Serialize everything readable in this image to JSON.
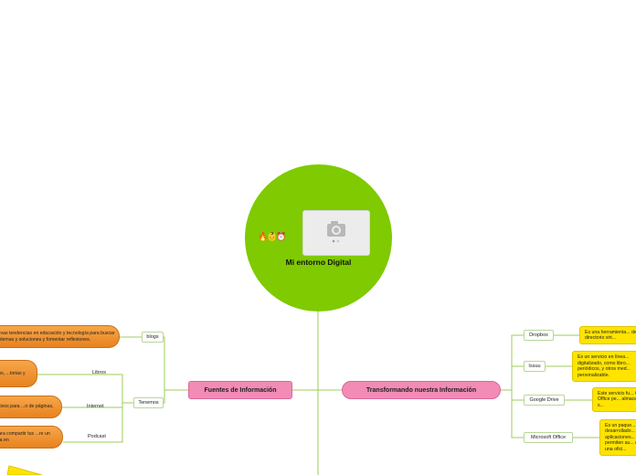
{
  "central": {
    "title": "Mi entorno Digital",
    "emojis": "🔥👶⏰",
    "image_icon": "camera-icon"
  },
  "left_branch": {
    "title": "Fuentes de Información",
    "items": [
      {
        "label": "blogs",
        "description": "Nuevas tendencias en educación y tecnología para buscar problemas y soluciones y fomentar reflexiones."
      },
      {
        "label": "Tenemos"
      },
      {
        "label": "Libros",
        "description": "...nos, ...torias y"
      },
      {
        "label": "Internet",
        "description": "...sitivos para ...n de páginas,"
      },
      {
        "label": "Podcast",
        "description": "...para compartir tus ...re un tema en"
      }
    ]
  },
  "right_branch": {
    "title": "Transformando nuestra Información",
    "items": [
      {
        "label": "Dropbox",
        "description": "Es una herramienta... de un directorio virt..."
      },
      {
        "label": "Issuu",
        "description": "Es un servicio en línea... digitalizado, como libro... periódicos, y otros med... personalizable."
      },
      {
        "label": "Google Drive",
        "description": "Este servicio fu... Open Office pe... almacenar y s..."
      },
      {
        "label": "Microsoft Office",
        "description": "Es un paque... desarrollado... aplicaciones... permiten au... de una ofici..."
      }
    ]
  },
  "colors": {
    "central": "#7fca00",
    "branch": "#f28bb5",
    "orange": "#e8821e",
    "yellow": "#ffe400",
    "line": "#9ccc5a"
  }
}
